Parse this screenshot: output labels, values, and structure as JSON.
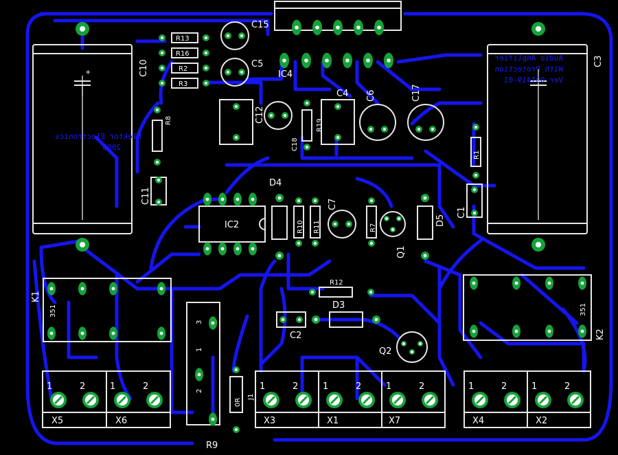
{
  "colors": {
    "background": "#000000",
    "traces": "#1515ee",
    "pads": "#16a23a",
    "silkscreen": "#e8e8e8",
    "mirror_text": "#1a1aff"
  },
  "components": {
    "C10": "C10",
    "C3": "C3",
    "C15": "C15",
    "C5": "C5",
    "IC4": "IC4",
    "R13": "R13",
    "R16": "R16",
    "R2": "R2",
    "R3": "R3",
    "R8": "R8",
    "R19": "R19",
    "R1": "R1",
    "C12": "C12",
    "C18": "C18",
    "C4": "C4",
    "C6": "C6",
    "C17": "C17",
    "C11": "C11",
    "C1": "C1",
    "D4": "D4",
    "IC2": "IC2",
    "R10": "R10",
    "R11": "R11",
    "C7": "C7",
    "R7": "R7",
    "Q1": "Q1",
    "D5": "D5",
    "K1": "K1",
    "K2": "K2",
    "R12": "R12",
    "D3": "D3",
    "C2": "C2",
    "Q2": "Q2",
    "R9": "R9",
    "J1": "J1",
    "X5": "X5",
    "X6": "X6",
    "X3": "X3",
    "X1": "X1",
    "X7": "X7",
    "X4": "X4",
    "X2": "X2"
  },
  "relay_label": "351",
  "j1_value": "0R",
  "pin_labels": {
    "one": "1",
    "two": "2",
    "three": "3"
  },
  "mirrored_text": {
    "right_line1": "Audio Amplifier",
    "right_line2": "With Protection",
    "right_line3": "Ver 091419-01",
    "left_line1": "Elektor Electronics",
    "left_line2": "2008"
  }
}
